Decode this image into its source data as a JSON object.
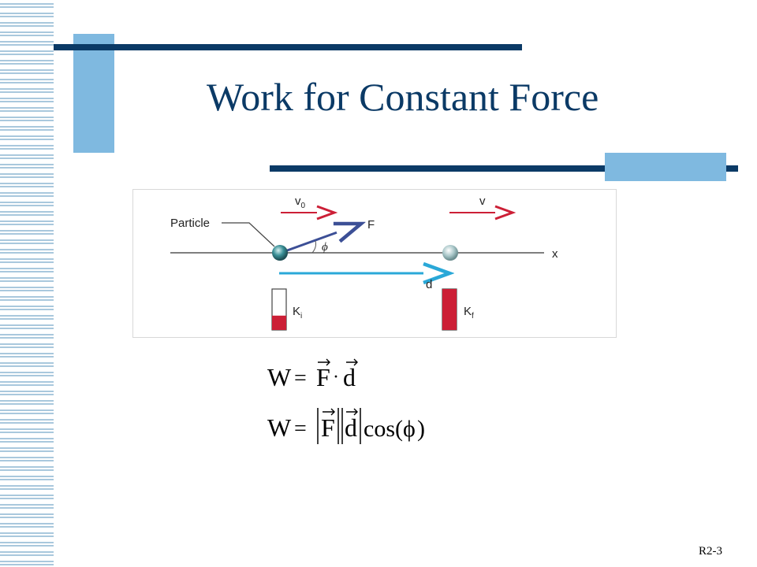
{
  "slide": {
    "title": "Work for Constant Force",
    "number": "R2-3"
  },
  "figure": {
    "label_particle": "Particle",
    "label_v0": "v",
    "label_v0_sub": "0",
    "label_v": "v",
    "label_F": "F",
    "label_phi": "ϕ",
    "label_x": "x",
    "label_d": "d",
    "label_Ki": "K",
    "label_Ki_sub": "i",
    "label_Kf": "K",
    "label_Kf_sub": "f",
    "ki_fill_level": 0.35,
    "kf_fill_level": 1.0
  },
  "equations": {
    "eq1_w": "W",
    "eq1_eq": "=",
    "eq1_F": "F",
    "eq1_dot": "·",
    "eq1_d": "d",
    "eq2_w": "W",
    "eq2_eq": "=",
    "eq2_F": "F",
    "eq2_d": "d",
    "eq2_cos": "cos(",
    "eq2_phi": "ϕ",
    "eq2_close": ")"
  },
  "colors": {
    "title": "#0b3a66",
    "accent_bar": "#7fb9e0",
    "rule": "#0b3a66",
    "force_arrow": "#3c4f96",
    "velocity_arrow": "#cc1f36",
    "displacement_arrow": "#2aa8d8",
    "energy_bar": "#cc1f36"
  }
}
